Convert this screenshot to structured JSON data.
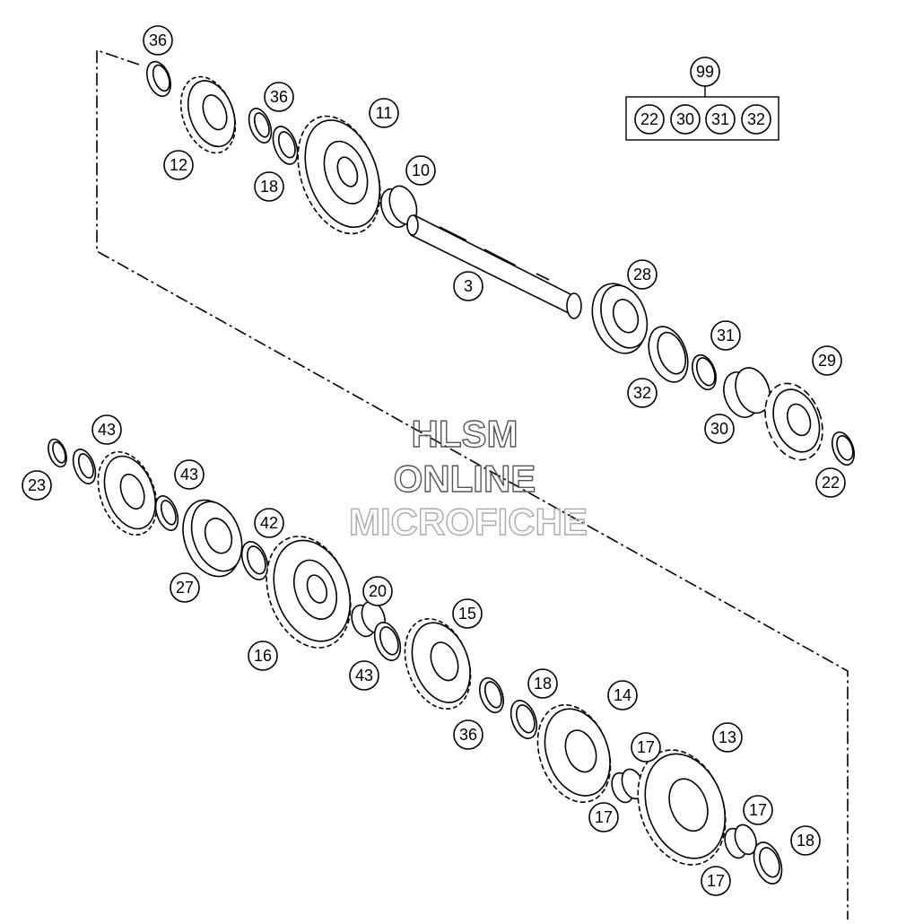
{
  "watermark": {
    "line1": "HLSM",
    "line2": "ONLINE",
    "line3": "MICROFICHE"
  },
  "kit": {
    "number": "99",
    "contents": [
      "22",
      "30",
      "31",
      "32"
    ]
  },
  "callouts": [
    {
      "id": "36"
    },
    {
      "id": "36"
    },
    {
      "id": "12"
    },
    {
      "id": "18"
    },
    {
      "id": "11"
    },
    {
      "id": "10"
    },
    {
      "id": "3"
    },
    {
      "id": "28"
    },
    {
      "id": "31"
    },
    {
      "id": "32"
    },
    {
      "id": "29"
    },
    {
      "id": "30"
    },
    {
      "id": "22"
    },
    {
      "id": "43"
    },
    {
      "id": "23"
    },
    {
      "id": "43"
    },
    {
      "id": "42"
    },
    {
      "id": "27"
    },
    {
      "id": "20"
    },
    {
      "id": "16"
    },
    {
      "id": "15"
    },
    {
      "id": "43"
    },
    {
      "id": "18"
    },
    {
      "id": "14"
    },
    {
      "id": "36"
    },
    {
      "id": "17"
    },
    {
      "id": "13"
    },
    {
      "id": "17"
    },
    {
      "id": "17"
    },
    {
      "id": "18"
    },
    {
      "id": "17"
    }
  ],
  "colors": {
    "line": "#000000",
    "watermark_stroke": "#555555",
    "watermark_light": "#aaaaaa"
  }
}
